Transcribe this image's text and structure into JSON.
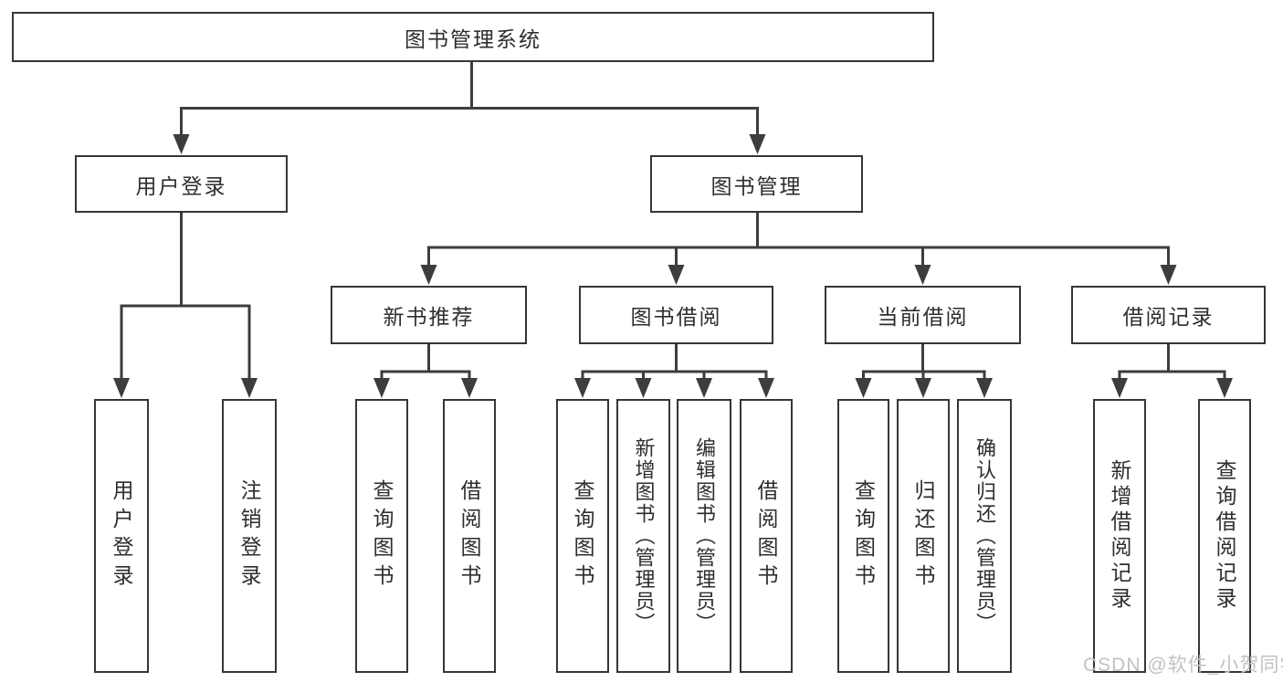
{
  "tree": {
    "root": {
      "label": "图书管理系统"
    },
    "branches": [
      {
        "label": "用户登录",
        "children": [
          {
            "label": "用户登录"
          },
          {
            "label": "注销登录"
          }
        ]
      },
      {
        "label": "图书管理",
        "groups": [
          {
            "label": "新书推荐",
            "children": [
              {
                "label": "查询图书"
              },
              {
                "label": "借阅图书"
              }
            ]
          },
          {
            "label": "图书借阅",
            "children": [
              {
                "label": "查询图书"
              },
              {
                "label": "新增图书（管理员）"
              },
              {
                "label": "编辑图书（管理员）"
              },
              {
                "label": "借阅图书"
              }
            ]
          },
          {
            "label": "当前借阅",
            "children": [
              {
                "label": "查询图书"
              },
              {
                "label": "归还图书"
              },
              {
                "label": "确认归还（管理员）"
              }
            ]
          },
          {
            "label": "借阅记录",
            "children": [
              {
                "label": "新增借阅记录"
              },
              {
                "label": "查询借阅记录"
              }
            ]
          }
        ]
      }
    ]
  },
  "watermark": "CSDN @软件_小贺同学",
  "colors": {
    "line": "#3d3d3d",
    "box_border": "#363636",
    "box_fill": "#ffffff",
    "text": "#2e2e2e",
    "watermark": "#c2c2c2",
    "background": "#ffffff"
  }
}
